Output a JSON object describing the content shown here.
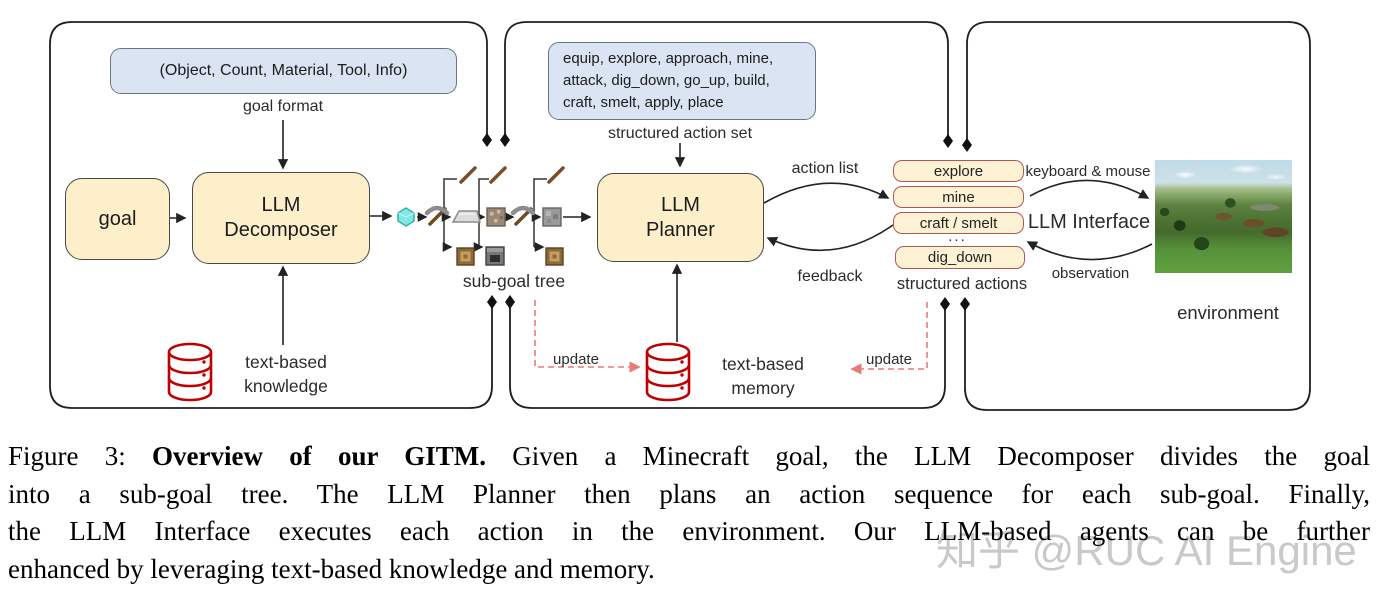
{
  "figure": {
    "decomposer_panel": {
      "goal_format_box": "(Object, Count, Material, Tool, Info)",
      "goal_format_label": "goal format",
      "goal_box": "goal",
      "decomposer_line1": "LLM",
      "decomposer_line2": "Decomposer",
      "knowledge_line1": "text-based",
      "knowledge_line2": "knowledge",
      "subgoal_tree_label": "sub-goal tree",
      "subgoal_icons": [
        "diamond-gem",
        "iron-pickaxe",
        "stick",
        "iron-ingot",
        "oak-log",
        "iron-ore",
        "furnace",
        "stone-pickaxe",
        "cobblestone"
      ]
    },
    "planner_panel": {
      "action_set_line1": "equip, explore, approach, mine,",
      "action_set_line2": "attack, dig_down, go_up, build,",
      "action_set_line3": "craft, smelt, apply, place",
      "action_set_label": "structured action set",
      "planner_line1": "LLM",
      "planner_line2": "Planner",
      "action_list_label": "action list",
      "feedback_label": "feedback",
      "memory_line1": "text-based",
      "memory_line2": "memory",
      "update_left_label": "update",
      "update_right_label": "update"
    },
    "interface_panel": {
      "actions": [
        "explore",
        "mine",
        "craft / smelt",
        "dig_down"
      ],
      "ellipsis": "...",
      "structured_actions_label": "structured actions",
      "interface_label": "LLM Interface",
      "keyboard_mouse_label": "keyboard & mouse",
      "observation_label": "observation",
      "environment_label": "environment"
    }
  },
  "caption": {
    "prefix": "Figure 3: ",
    "bold": "Overview of our GITM.",
    "line1_rest": " Given a Minecraft goal, the LLM Decomposer divides the goal",
    "line2": "into a sub-goal tree.  The LLM Planner then plans an action sequence for each sub-goal.  Finally,",
    "line3": "the LLM Interface executes each action in the environment. Our LLM-based agents can be further",
    "line4": "enhanced by leveraging text-based knowledge and memory."
  },
  "watermark": "知乎 @RUC AI Engine",
  "colors": {
    "box_fill": "#fcefc9",
    "box_border": "#474747",
    "blue_fill": "#dbe4f3",
    "blue_border": "#6a7688",
    "pill_fill": "#fdf2d4",
    "pill_border": "#b85450",
    "database_red": "#c00000",
    "update_dashed_red": "#e87c78",
    "watermark_gray": "#c9c9c9"
  }
}
